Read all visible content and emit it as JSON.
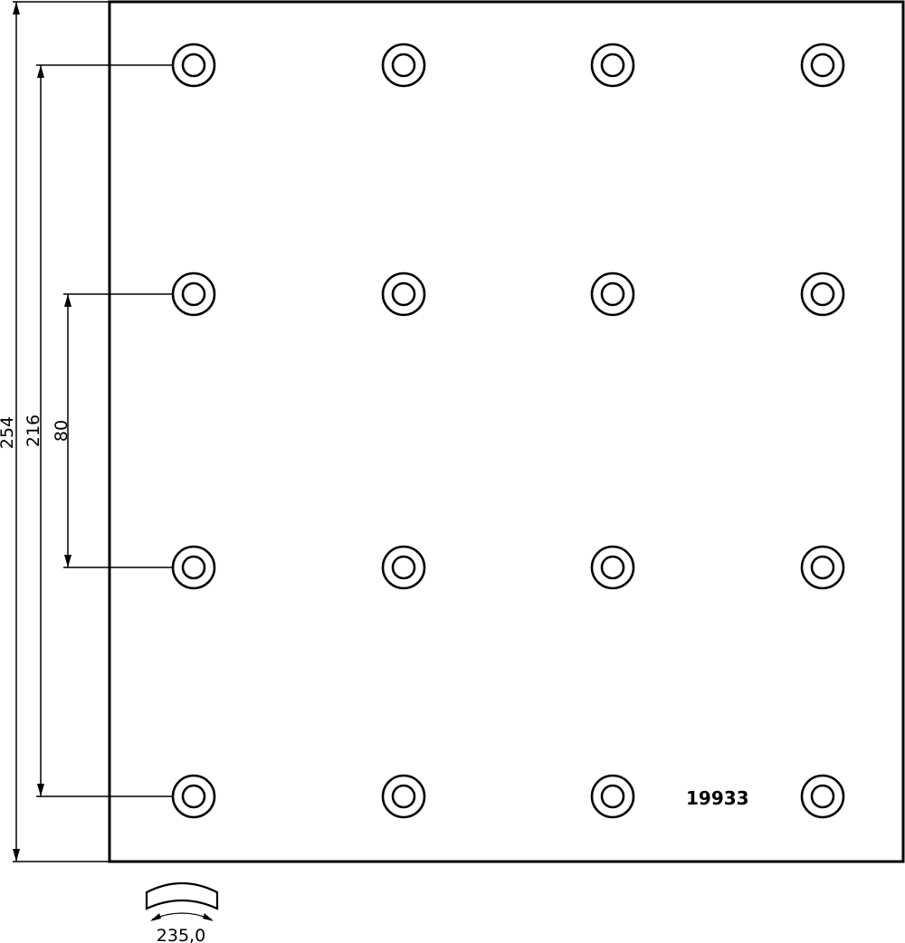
{
  "drawing": {
    "part_number": "19933",
    "dimensions": {
      "overall_height": "254",
      "outer_rivet_span": "216",
      "inner_rivet_span": "80",
      "radius": "235,0"
    },
    "rivet_grid": {
      "rows": 4,
      "columns": 4
    }
  }
}
